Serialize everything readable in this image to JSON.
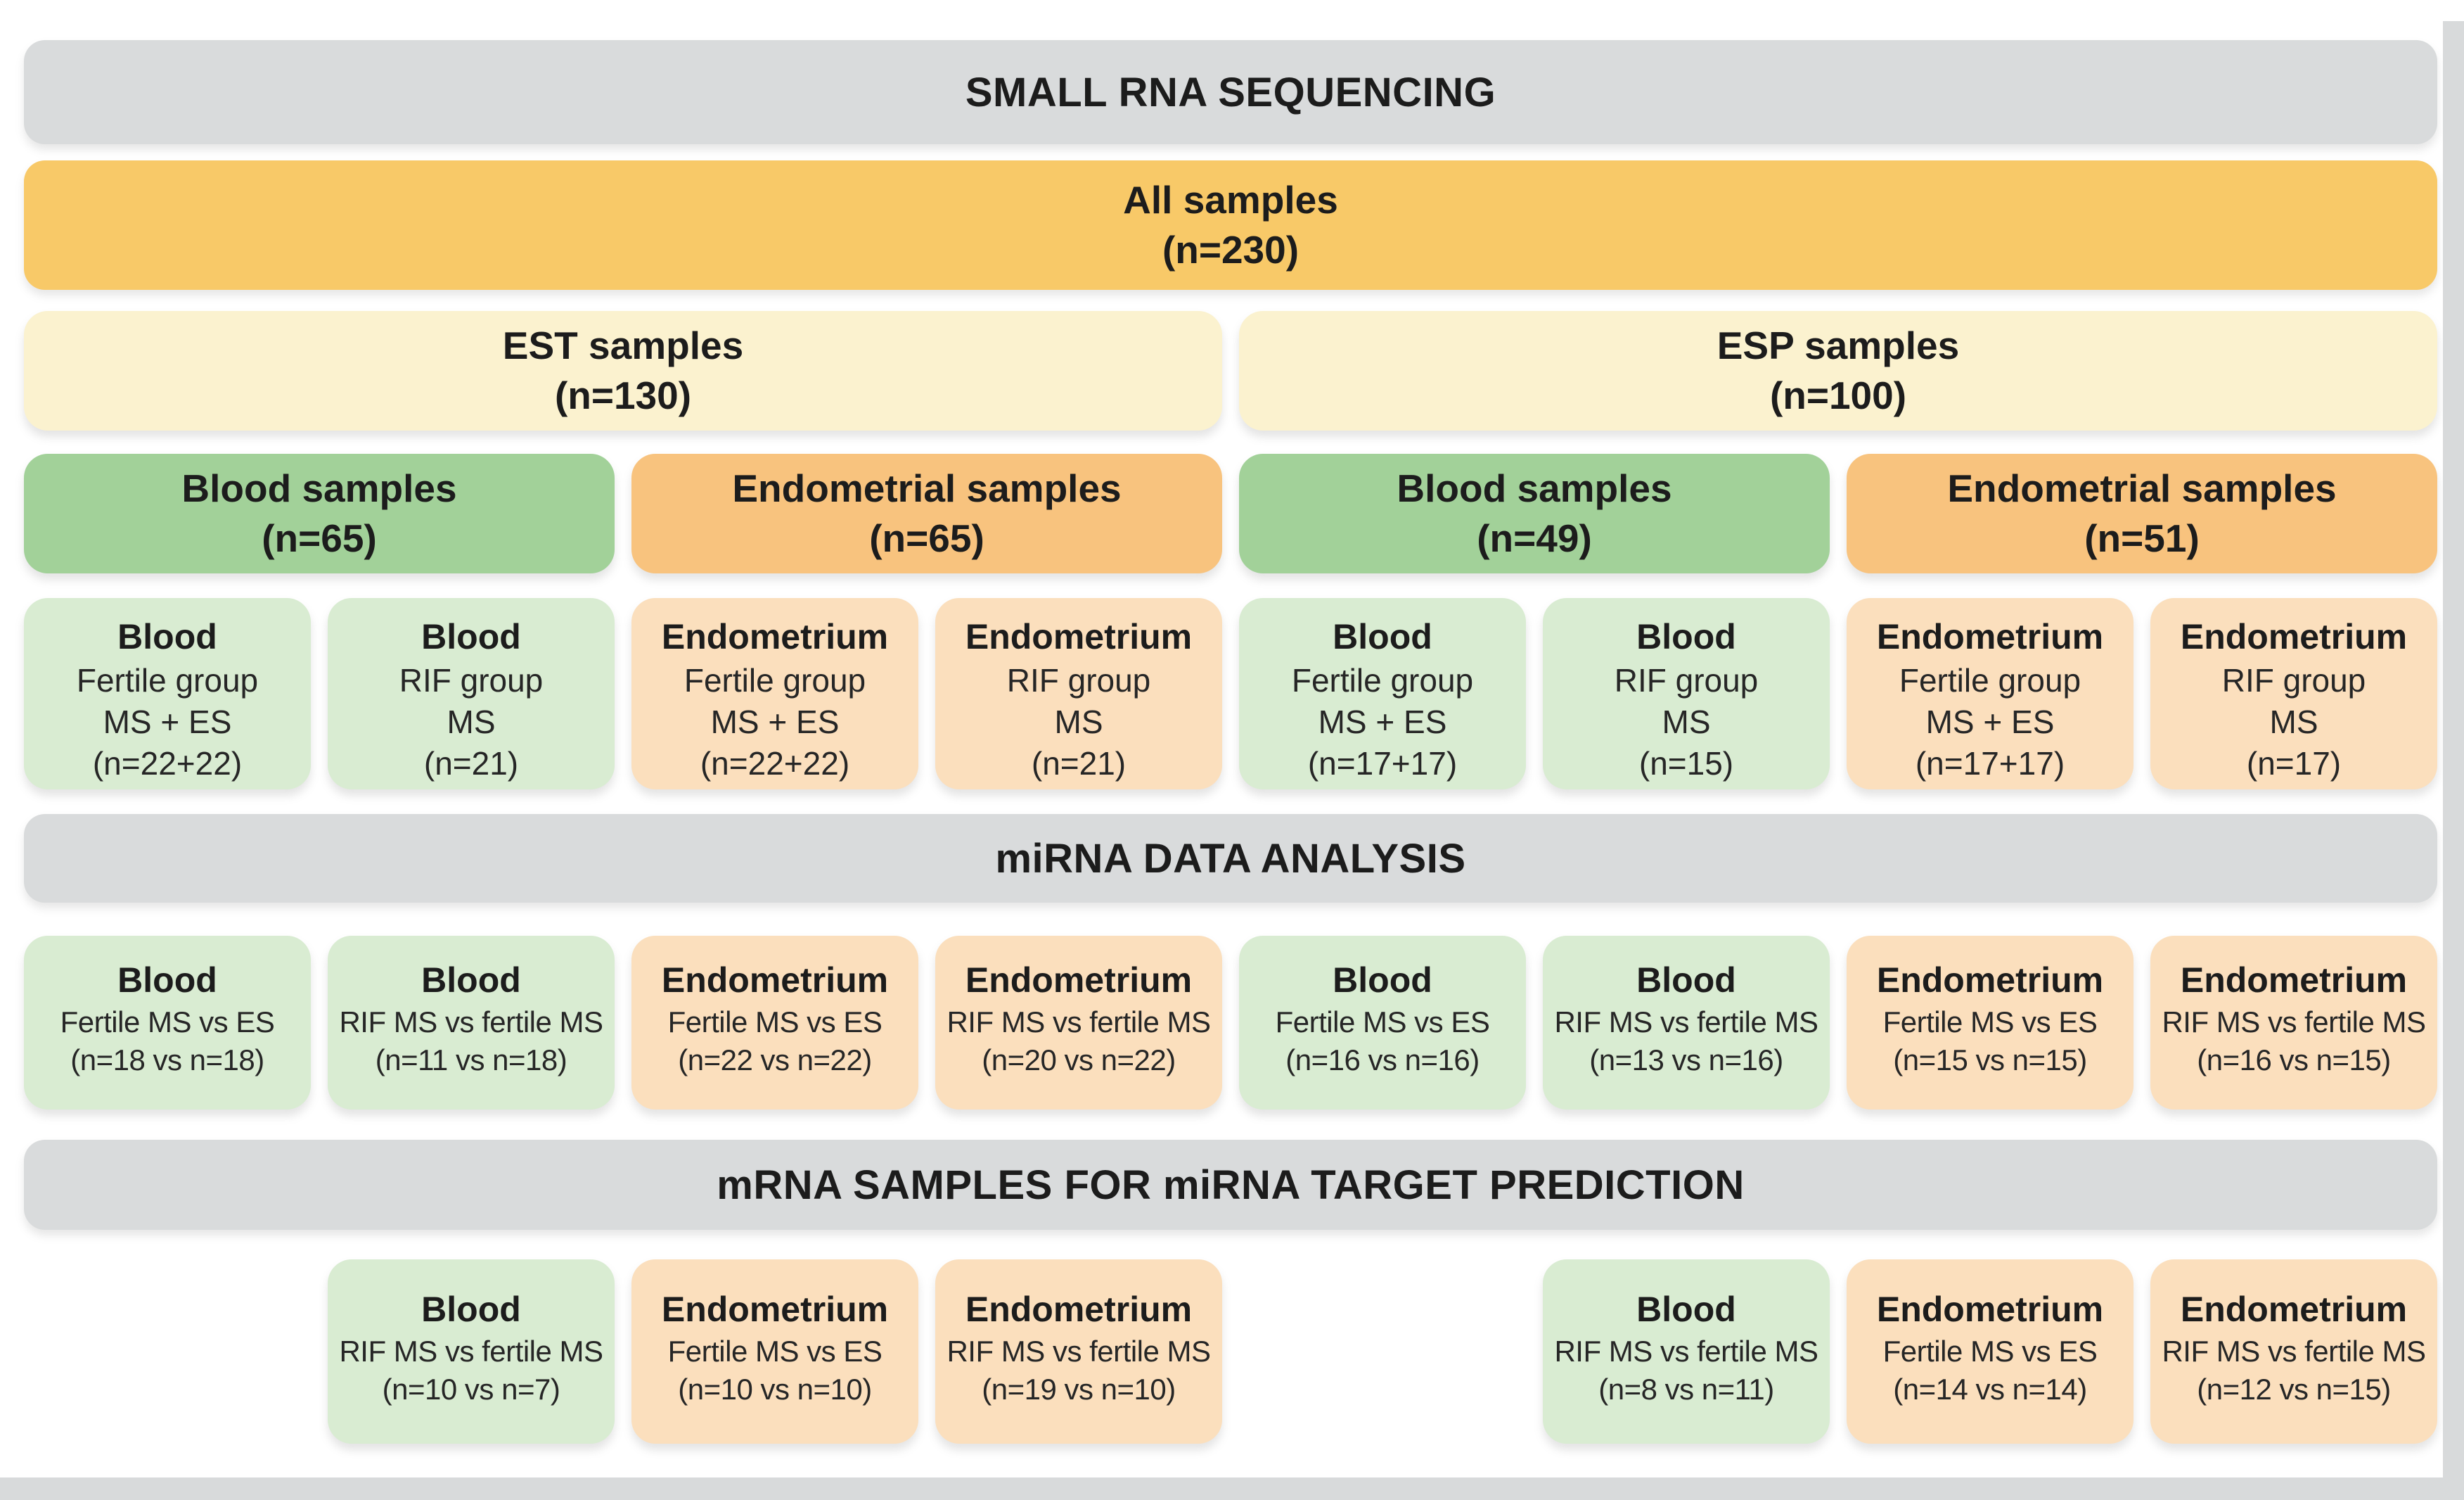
{
  "colors": {
    "bar_gray": "#d9dbdc",
    "all_samples_orange": "#f8c968",
    "cohort_yellow": "#fbf2cf",
    "blood_green": "#a2d199",
    "endometrium_orange": "#f8c37e",
    "blood_green_light": "#d9ecd2",
    "endometrium_orange_light": "#fbdfbd",
    "edge_gray": "#d8dadb",
    "text_dark": "#1c1c1c"
  },
  "headers": {
    "sequencing": "SMALL RNA SEQUENCING",
    "mirna_analysis": "miRNA DATA ANALYSIS",
    "mrna_prediction": "mRNA SAMPLES FOR miRNA TARGET PREDICTION"
  },
  "all_samples": {
    "title": "All samples",
    "n": "(n=230)"
  },
  "cohorts": [
    {
      "title": "EST samples",
      "n": "(n=130)"
    },
    {
      "title": "ESP samples",
      "n": "(n=100)"
    }
  ],
  "tissue_groups": [
    {
      "title": "Blood samples",
      "n": "(n=65)"
    },
    {
      "title": "Endometrial samples",
      "n": "(n=65)"
    },
    {
      "title": "Blood samples",
      "n": "(n=49)"
    },
    {
      "title": "Endometrial samples",
      "n": "(n=51)"
    }
  ],
  "sample_groups": [
    {
      "tissue": "Blood",
      "group": "Fertile group",
      "material": "MS + ES",
      "n": "(n=22+22)"
    },
    {
      "tissue": "Blood",
      "group": "RIF group",
      "material": "MS",
      "n": "(n=21)"
    },
    {
      "tissue": "Endometrium",
      "group": "Fertile group",
      "material": "MS + ES",
      "n": "(n=22+22)"
    },
    {
      "tissue": "Endometrium",
      "group": "RIF group",
      "material": "MS",
      "n": "(n=21)"
    },
    {
      "tissue": "Blood",
      "group": "Fertile group",
      "material": "MS + ES",
      "n": "(n=17+17)"
    },
    {
      "tissue": "Blood",
      "group": "RIF group",
      "material": "MS",
      "n": "(n=15)"
    },
    {
      "tissue": "Endometrium",
      "group": "Fertile group",
      "material": "MS + ES",
      "n": "(n=17+17)"
    },
    {
      "tissue": "Endometrium",
      "group": "RIF group",
      "material": "MS",
      "n": "(n=17)"
    }
  ],
  "mirna_comparisons": [
    {
      "tissue": "Blood",
      "comparison": "Fertile MS vs ES",
      "n": "(n=18 vs n=18)"
    },
    {
      "tissue": "Blood",
      "comparison": "RIF MS vs fertile MS",
      "n": "(n=11 vs n=18)"
    },
    {
      "tissue": "Endometrium",
      "comparison": "Fertile MS vs ES",
      "n": "(n=22 vs n=22)"
    },
    {
      "tissue": "Endometrium",
      "comparison": "RIF MS vs fertile MS",
      "n": "(n=20 vs n=22)"
    },
    {
      "tissue": "Blood",
      "comparison": "Fertile MS vs ES",
      "n": "(n=16 vs n=16)"
    },
    {
      "tissue": "Blood",
      "comparison": "RIF MS vs fertile MS",
      "n": "(n=13 vs n=16)"
    },
    {
      "tissue": "Endometrium",
      "comparison": "Fertile MS vs ES",
      "n": "(n=15 vs n=15)"
    },
    {
      "tissue": "Endometrium",
      "comparison": "RIF MS vs fertile MS",
      "n": "(n=16 vs n=15)"
    }
  ],
  "mrna_comparisons": [
    {
      "tissue": "Blood",
      "comparison": "RIF MS vs fertile MS",
      "n": "(n=10 vs n=7)"
    },
    {
      "tissue": "Endometrium",
      "comparison": "Fertile MS vs ES",
      "n": "(n=10 vs n=10)"
    },
    {
      "tissue": "Endometrium",
      "comparison": "RIF MS vs fertile MS",
      "n": "(n=19 vs n=10)"
    },
    {
      "tissue": "Blood",
      "comparison": "RIF MS vs fertile MS",
      "n": "(n=8 vs n=11)"
    },
    {
      "tissue": "Endometrium",
      "comparison": "Fertile MS vs ES",
      "n": "(n=14 vs n=14)"
    },
    {
      "tissue": "Endometrium",
      "comparison": "RIF MS vs fertile MS",
      "n": "(n=12 vs n=15)"
    }
  ]
}
